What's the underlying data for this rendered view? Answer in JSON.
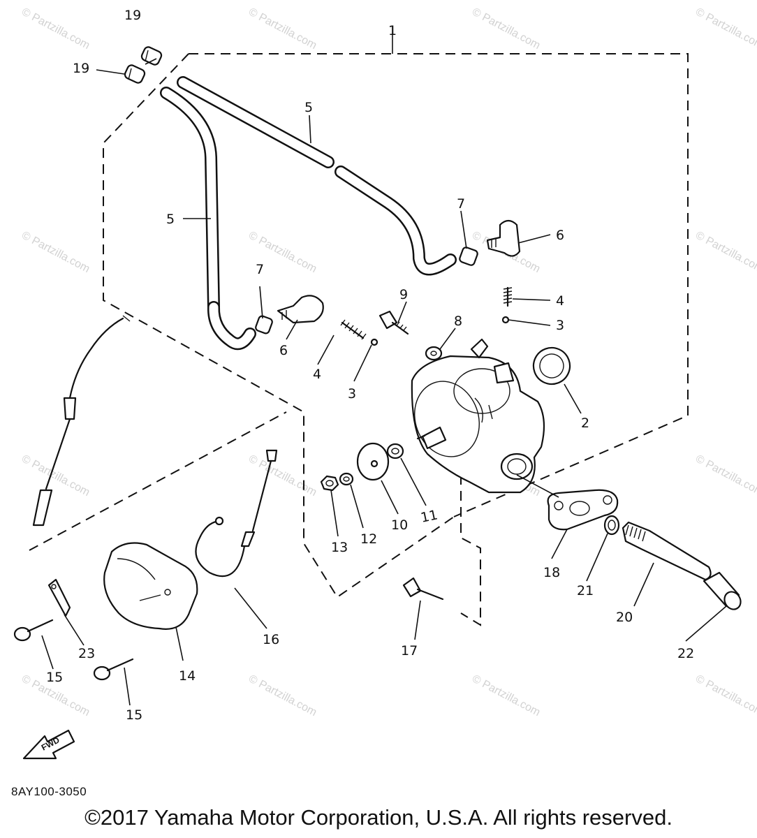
{
  "diagram": {
    "callouts": [
      "19",
      "19",
      "1",
      "5",
      "5",
      "7",
      "6",
      "4",
      "3",
      "9",
      "8",
      "7",
      "6",
      "4",
      "3",
      "2",
      "11",
      "10",
      "12",
      "13",
      "18",
      "21",
      "20",
      "22",
      "16",
      "17",
      "23",
      "14",
      "15",
      "15"
    ],
    "direction_arrow_text": "FWD",
    "part_code": "8AY100-3050",
    "copyright": "©2017 Yamaha Motor Corporation, U.S.A. All rights reserved."
  },
  "watermark": {
    "text": "© Partzilla.com",
    "color": "#d2d2d2"
  }
}
